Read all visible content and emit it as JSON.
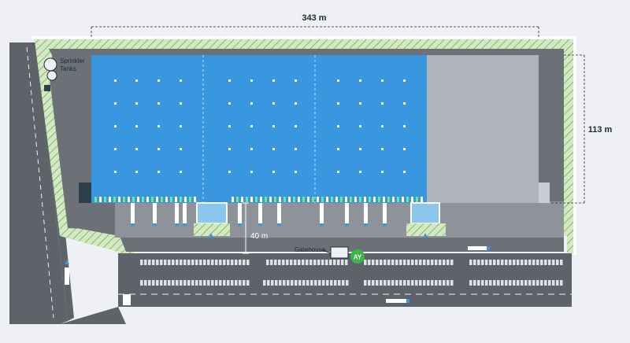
{
  "site_plan": {
    "dimensions": {
      "width": "343 m",
      "depth": "113 m",
      "yard": "40 m"
    },
    "labels": {
      "sprinkler_line1": "Sprinkler",
      "sprinkler_line2": "Tanks",
      "gatehouse": "Gatehouse",
      "gate_badge": "AY"
    },
    "colors": {
      "background": "#eef0f3",
      "road": "#5d6369",
      "yard": "#9ea3a8",
      "landscape": "#d5e8c5",
      "landscape_hatch": "#7fbc63",
      "warehouse_blue": "#3997e0",
      "warehouse_grey": "#b0b3b9",
      "dock_white": "#ffffff",
      "gate_green": "#3bb54a"
    },
    "icons": [
      "sprinkler-tank-icon",
      "gate-icon",
      "truck-dock-icon"
    ]
  }
}
